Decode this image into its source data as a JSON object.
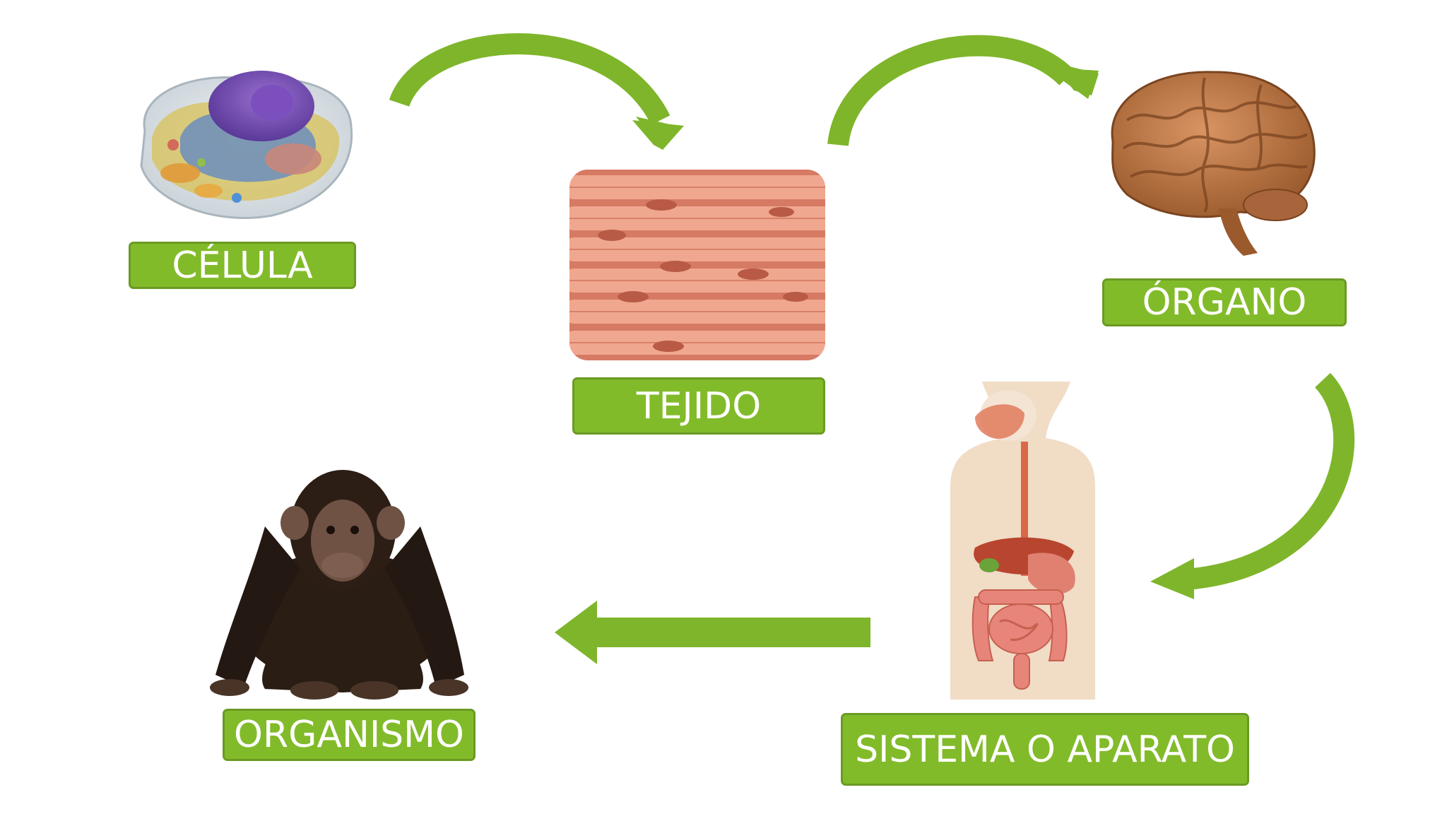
{
  "colors": {
    "label_fill": "#82bb2a",
    "label_border": "#6b9a23",
    "label_text": "#ffffff",
    "arrow": "#7fb52b"
  },
  "diagram": {
    "type": "cycle-flow",
    "stages": [
      {
        "id": "celula",
        "label": "CÉLULA",
        "image": "animal-cell-illustration"
      },
      {
        "id": "tejido",
        "label": "TEJIDO",
        "image": "muscle-tissue-illustration"
      },
      {
        "id": "organo",
        "label": "ÓRGANO",
        "image": "brain-illustration"
      },
      {
        "id": "sistema",
        "label": "SISTEMA O APARATO",
        "image": "digestive-system-illustration"
      },
      {
        "id": "organismo",
        "label": "ORGANISMO",
        "image": "chimpanzee-photo"
      }
    ],
    "connections": [
      {
        "from": "celula",
        "to": "tejido"
      },
      {
        "from": "tejido",
        "to": "organo"
      },
      {
        "from": "organo",
        "to": "sistema"
      },
      {
        "from": "sistema",
        "to": "organismo"
      }
    ]
  }
}
